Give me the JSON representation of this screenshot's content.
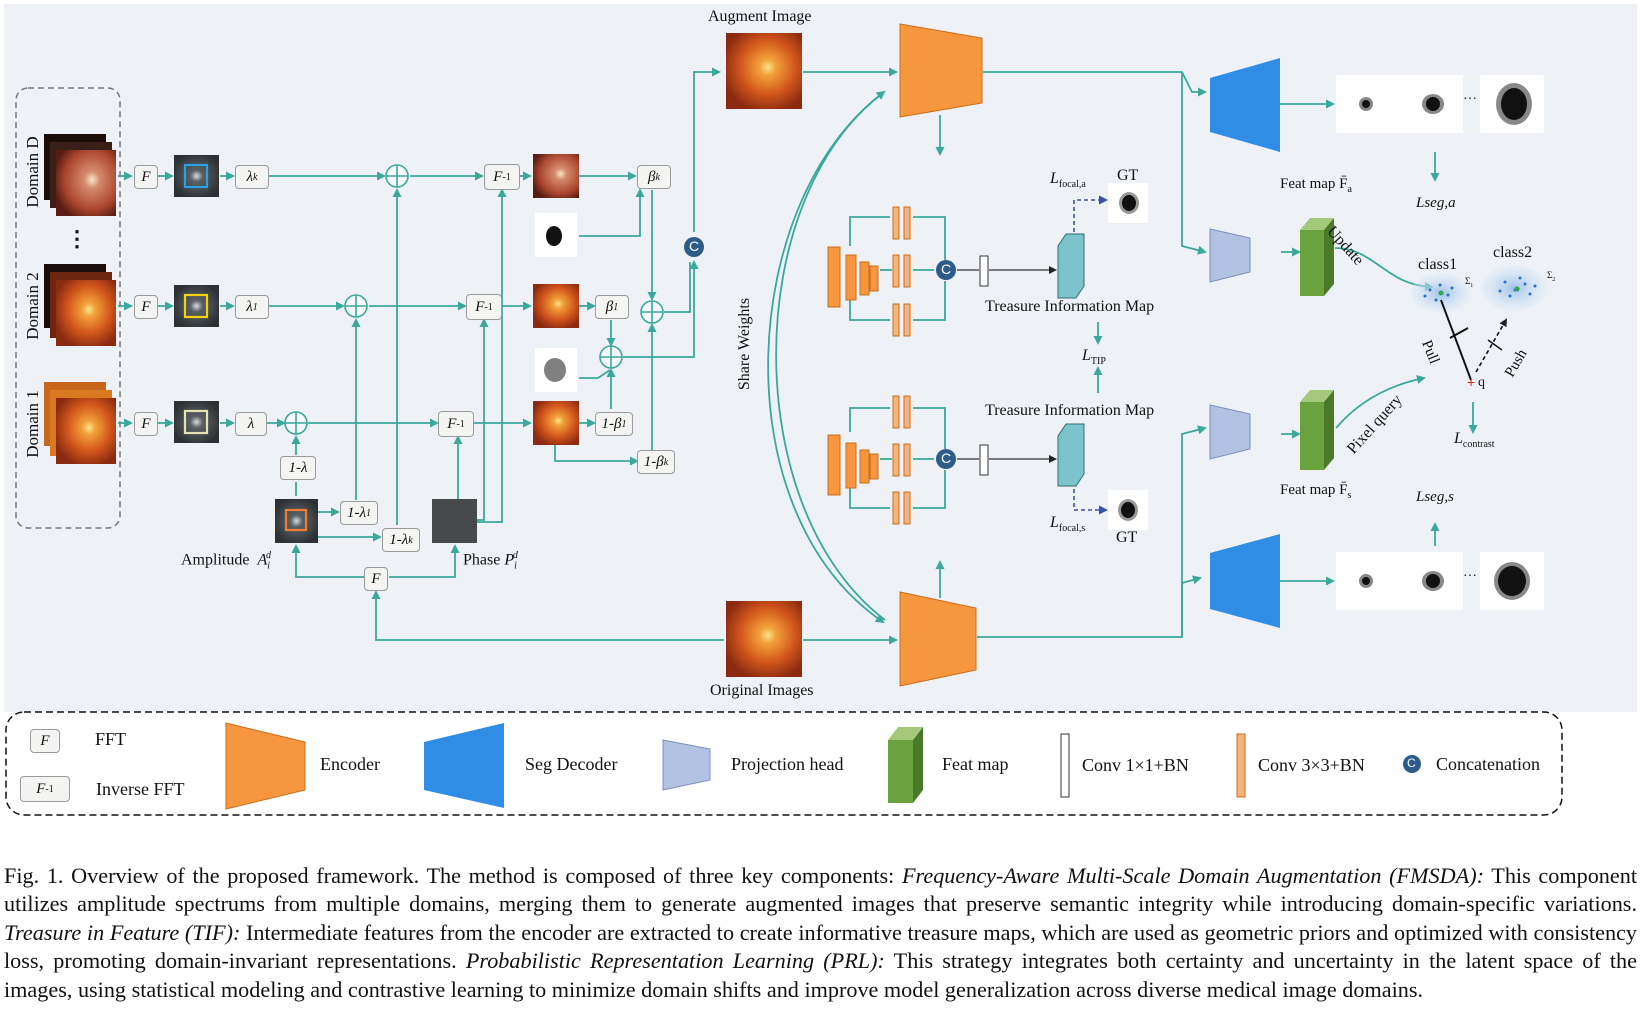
{
  "labels": {
    "augment_image": "Augment Image",
    "original_images": "Original Images",
    "share_weights": "Share Weights",
    "domain_d": "Domain D",
    "domain_2": "Domain 2",
    "domain_1": "Domain 1",
    "ellipsis_vertical": "⋮",
    "amplitude": "Amplitude",
    "phase": "Phase",
    "treasure_map_top": "Treasure Information Map",
    "treasure_map_bottom": "Treasure Information Map",
    "gt_top": "GT",
    "gt_bottom": "GT",
    "feat_map_a": "Feat map F̄",
    "feat_map_a_sub": "a",
    "feat_map_s": "Feat map F̄",
    "feat_map_s_sub": "s",
    "update": "Update",
    "pixel_query": "Pixel query",
    "pull": "Pull",
    "push": "Push",
    "class1": "class1",
    "class2": "class2",
    "sigma1": "Σ",
    "sigma2": "Σ",
    "q": "q",
    "lseg_a": "Lseg,a",
    "lseg_s": "Lseg,s",
    "ltip": "L",
    "ltip_sub": "TIP",
    "lfocal_a": "L",
    "lfocal_a_sub": "focal,a",
    "lfocal_s": "L",
    "lfocal_s_sub": "focal,s",
    "lcontrast": "L",
    "lcontrast_sub": "contrast",
    "dots": "···"
  },
  "ops": {
    "F": "F",
    "Finv": "F",
    "Finv_sup": "-1",
    "lambda_k": "λ",
    "lambda_k_sub": "k",
    "lambda_1": "λ",
    "lambda_1_sub": "1",
    "lambda": "λ",
    "one_minus_lambda": "1-λ",
    "one_minus_lambda_1": "1-λ",
    "one_minus_lambda_1_sub": "1",
    "one_minus_lambda_k": "1-λ",
    "one_minus_lambda_k_sub": "k",
    "beta_k": "β",
    "beta_k_sub": "k",
    "beta_1": "β",
    "beta_1_sub": "1",
    "one_minus_beta_1": "1-β",
    "one_minus_beta_1_sub": "1",
    "one_minus_beta_k": "1-β",
    "one_minus_beta_k_sub": "k",
    "amp_symbol": "A",
    "amp_sub": "i",
    "amp_sup": "d",
    "phase_symbol": "P",
    "phase_sub": "i",
    "phase_sup": "d",
    "concat": "C"
  },
  "legend": {
    "fft_symbol": "F",
    "fft": "FFT",
    "ifft_symbol": "F",
    "ifft_sup": "-1",
    "ifft": "Inverse FFT",
    "encoder": "Encoder",
    "seg_decoder": "Seg Decoder",
    "projection_head": "Projection head",
    "feat_map": "Feat map",
    "conv1": "Conv 1×1+BN",
    "conv3": "Conv 3×3+BN",
    "concat_symbol": "C",
    "concatenation": "Concatenation"
  },
  "caption": {
    "prefix": "Fig. 1.  Overview of the proposed framework. The method is composed of three key components: ",
    "c1_name": "Frequency-Aware Multi-Scale Domain Augmentation (FMSDA):",
    "c1_text": " This component utilizes amplitude spectrums from multiple domains, merging them to generate augmented images that preserve semantic integrity while introducing domain-specific variations. ",
    "c2_name": "Treasure in Feature (TIF):",
    "c2_text": " Intermediate features from the encoder are extracted to create informative treasure maps, which are used as geometric priors and optimized with consistency loss, promoting domain-invariant representations. ",
    "c3_name": "Probabilistic Representation Learning (PRL):",
    "c3_text": " This strategy integrates both certainty and uncertainty in the latent space of the images, using statistical modeling and contrastive learning to minimize domain shifts and improve model generalization across diverse medical image domains."
  },
  "colors": {
    "panel_bg": "#eef2f6",
    "arrow_teal": "#3aa89a",
    "encoder_orange": "#f6973f",
    "decoder_blue": "#2f8de6",
    "projection_lavender": "#b3c1e3",
    "featmap_green": "#6aa33d",
    "tip_cyan": "#7cc3cc",
    "concat_navy": "#2e5c8a",
    "dashed_blue": "#3a4fa8"
  }
}
